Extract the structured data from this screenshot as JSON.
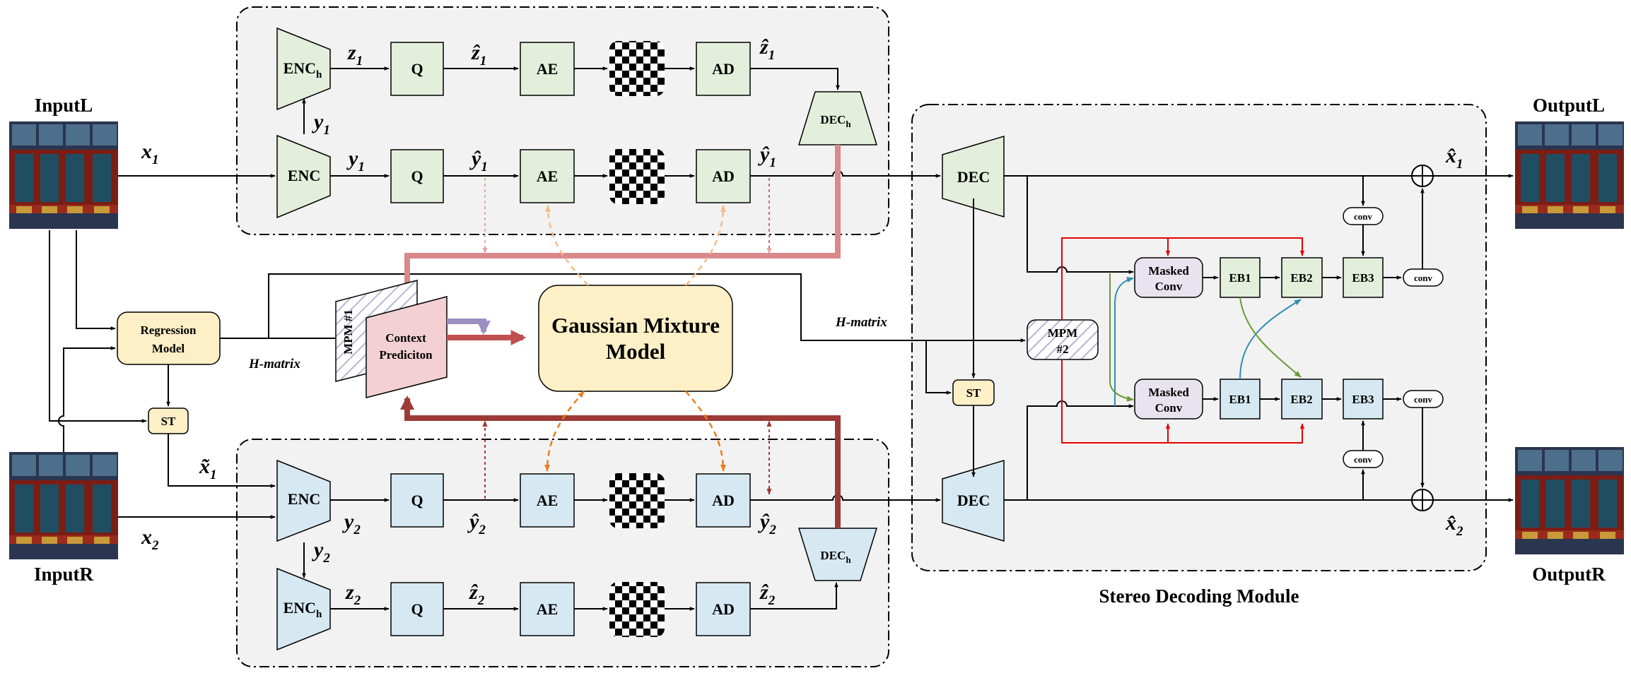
{
  "colors": {
    "green_fill": "#e3eedb",
    "blue_fill": "#d6e9f2",
    "yellow_fill": "#fdefc6",
    "pink_fill": "#f2d0d3",
    "lavender_fill": "#e8e3ef",
    "panel_fill": "#f2f2f2",
    "accent_red": "#e60000",
    "accent_orange": "#e87d1e",
    "accent_darkred": "#9c3b36",
    "accent_pink": "#d9898b",
    "accent_purple": "#9b8fc2",
    "accent_teal": "#2e8fb0",
    "accent_olive": "#6b9a34"
  },
  "inputs": {
    "left_title": "InputL",
    "right_title": "InputR",
    "x1": "x",
    "x1_sub": "1",
    "x2": "x",
    "x2_sub": "2",
    "xtilde": "x̃",
    "xtilde_sub": "1"
  },
  "outputs": {
    "left_title": "OutputL",
    "right_title": "OutputR",
    "xhat1": "x̂",
    "xhat1_sub": "1",
    "xhat2": "x̂",
    "xhat2_sub": "2"
  },
  "top_branch": {
    "enc_h": "ENC",
    "enc_h_sub": "h",
    "enc": "ENC",
    "q": "Q",
    "ae": "AE",
    "ad": "AD",
    "dec_h": "DEC",
    "dec_h_sub": "h",
    "z": "z",
    "z_sub": "1",
    "zhat": "ẑ",
    "zhat_sub": "1",
    "y": "y",
    "y_sub": "1",
    "yhat": "ŷ",
    "yhat_sub": "1"
  },
  "bottom_branch": {
    "enc_h": "ENC",
    "enc_h_sub": "h",
    "enc": "ENC",
    "q": "Q",
    "ae": "AE",
    "ad": "AD",
    "dec_h": "DEC",
    "dec_h_sub": "h",
    "z": "z",
    "z_sub": "2",
    "zhat": "ẑ",
    "zhat_sub": "2",
    "y": "y",
    "y_sub": "2",
    "yhat": "ŷ",
    "yhat_sub": "2"
  },
  "middle": {
    "regression_line1": "Regression",
    "regression_line2": "Model",
    "st": "ST",
    "h_matrix": "H-matrix",
    "mpm1": "MPM #1",
    "context_line1": "Context",
    "context_line2": "Prediciton",
    "gmm_line1": "Gaussian Mixture",
    "gmm_line2": "Model"
  },
  "decoder": {
    "module_title": "Stereo Decoding Module",
    "dec": "DEC",
    "st": "ST",
    "h_matrix": "H-matrix",
    "mpm2_line1": "MPM",
    "mpm2_line2": "#2",
    "masked_line1": "Masked",
    "masked_line2": "Conv",
    "eb1": "EB1",
    "eb2": "EB2",
    "eb3": "EB3",
    "conv": "conv"
  }
}
